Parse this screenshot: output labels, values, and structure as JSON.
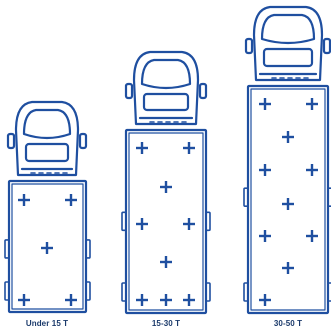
{
  "colors": {
    "stroke": "#1f4fa0",
    "label": "#1b3a6b",
    "background": "#ffffff"
  },
  "trucks": [
    {
      "id": "small",
      "label": "Under 15 T",
      "marker_count": 5
    },
    {
      "id": "medium",
      "label": "15-30 T",
      "marker_count": 9
    },
    {
      "id": "large",
      "label": "30-50 T",
      "marker_count": 10
    }
  ]
}
